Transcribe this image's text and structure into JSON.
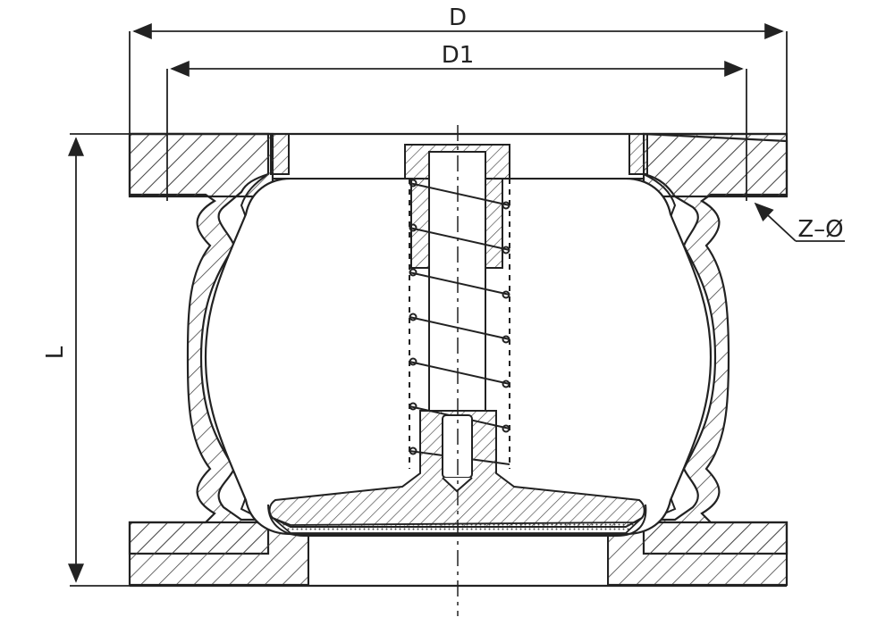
{
  "drawing": {
    "title": "",
    "labels": {
      "D": "D",
      "D1": "D1",
      "L": "L",
      "Z_phi": "Z–Ø"
    }
  },
  "colors": {
    "line": "#222222",
    "hatch": "#555555",
    "background": "#ffffff"
  }
}
